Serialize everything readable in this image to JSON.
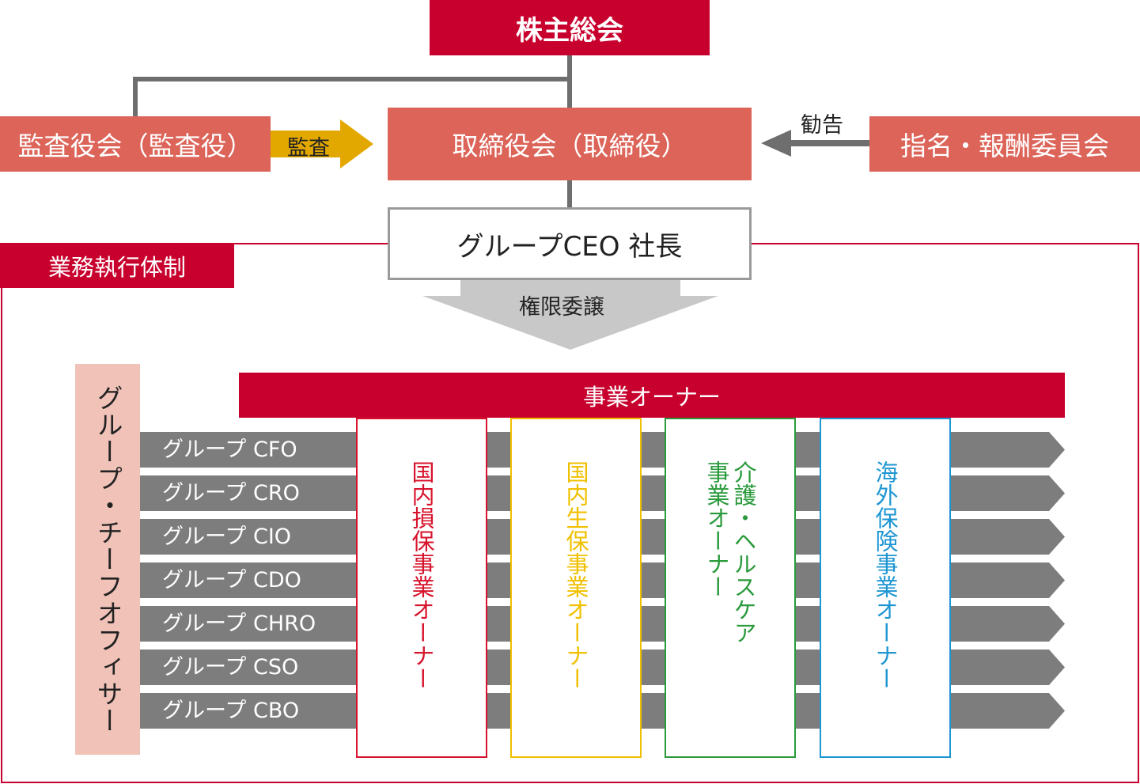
{
  "shareholders_meeting": "株主総会",
  "board": "取締役会（取締役）",
  "auditors": "監査役会（監査役）",
  "audit_arrow_label": "監査",
  "nomination_committee": "指名・報酬委員会",
  "advice_arrow_label": "勧告",
  "ceo": "グループCEO 社長",
  "delegation_label": "権限委譲",
  "exec_system_label": "業務執行体制",
  "group_chief_officers": "グループ・チーフオフィサー",
  "business_owner_header": "事業オーナー",
  "officers": [
    "グループ CFO",
    "グループ CRO",
    "グループ CIO",
    "グループ CDO",
    "グループ CHRO",
    "グループ CSO",
    "グループ CBO"
  ],
  "business_owners": [
    {
      "label": "国内損保事業オーナー",
      "color": "#d7142d"
    },
    {
      "label": "国内生保事業オーナー",
      "color": "#f0c000"
    },
    {
      "label": "介護・ヘルスケア\n事業オーナー",
      "color": "#2a9a3c"
    },
    {
      "label": "海外保険事業オーナー",
      "color": "#1e96d2"
    }
  ],
  "colors": {
    "brand_red": "#c8002d",
    "salmon": "#dc6459",
    "audit_arrow": "#e3a800",
    "connector_gray": "#6e6e6e",
    "officer_bar_gray": "#7d7d7d",
    "delegation_gray": "#c8c8c8",
    "gco_pink": "#f0c2b8"
  }
}
